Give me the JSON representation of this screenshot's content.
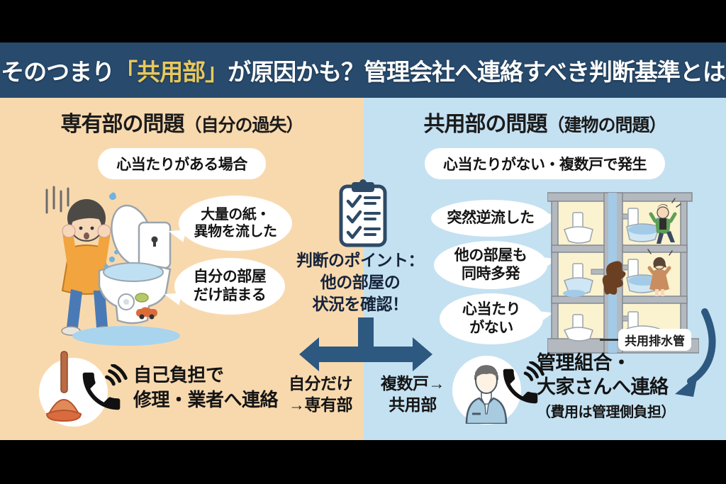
{
  "header": {
    "title_prefix": "そのつまり",
    "title_highlight": "「共用部」",
    "title_suffix": "が原因かも？管理会社へ連絡すべき判断基準とは"
  },
  "left_panel": {
    "heading_main": "専有部の問題",
    "heading_sub": "（自分の過失）",
    "condition_pill": "心当たりがある場合",
    "bubbles": [
      {
        "label": "大量の紙・\n異物を流した"
      },
      {
        "label": "自分の部屋\nだけ詰まる"
      }
    ],
    "action": {
      "label": "自己負担で\n修理・業者へ連絡"
    }
  },
  "center": {
    "point_text": "判断のポイント：\n他の部屋の\n状況を確認！",
    "branch_left": "自分だけ\n→専有部",
    "branch_right": "複数戸→\n共用部"
  },
  "right_panel": {
    "heading_main": "共用部の問題",
    "heading_sub": "（建物の問題）",
    "condition_pill": "心当たりがない・複数戸で発生",
    "bubbles": [
      {
        "label": "突然逆流した"
      },
      {
        "label": "他の部屋も\n同時多発"
      },
      {
        "label": "心当たり\nがない"
      }
    ],
    "pipe_label": "共用排水管",
    "action": {
      "label": "管理組合・\n大家さんへ連絡",
      "note": "（費用は管理側負担）"
    }
  },
  "icons": {
    "clipboard": "clipboard-checklist-icon",
    "phone": "phone-icon",
    "plunger": "plunger-icon",
    "manager": "businessman-icon",
    "split_arrow": "split-arrow-icon",
    "curved_arrow": "curved-arrow-icon"
  },
  "colors": {
    "letterbox": "#000000",
    "header_bg": "#274a6d",
    "highlight": "#e8c85e",
    "left_bg": "#f8d9ae",
    "right_bg": "#c4e1f2",
    "arrow": "#2d5880",
    "bubble": "#ffffff"
  }
}
